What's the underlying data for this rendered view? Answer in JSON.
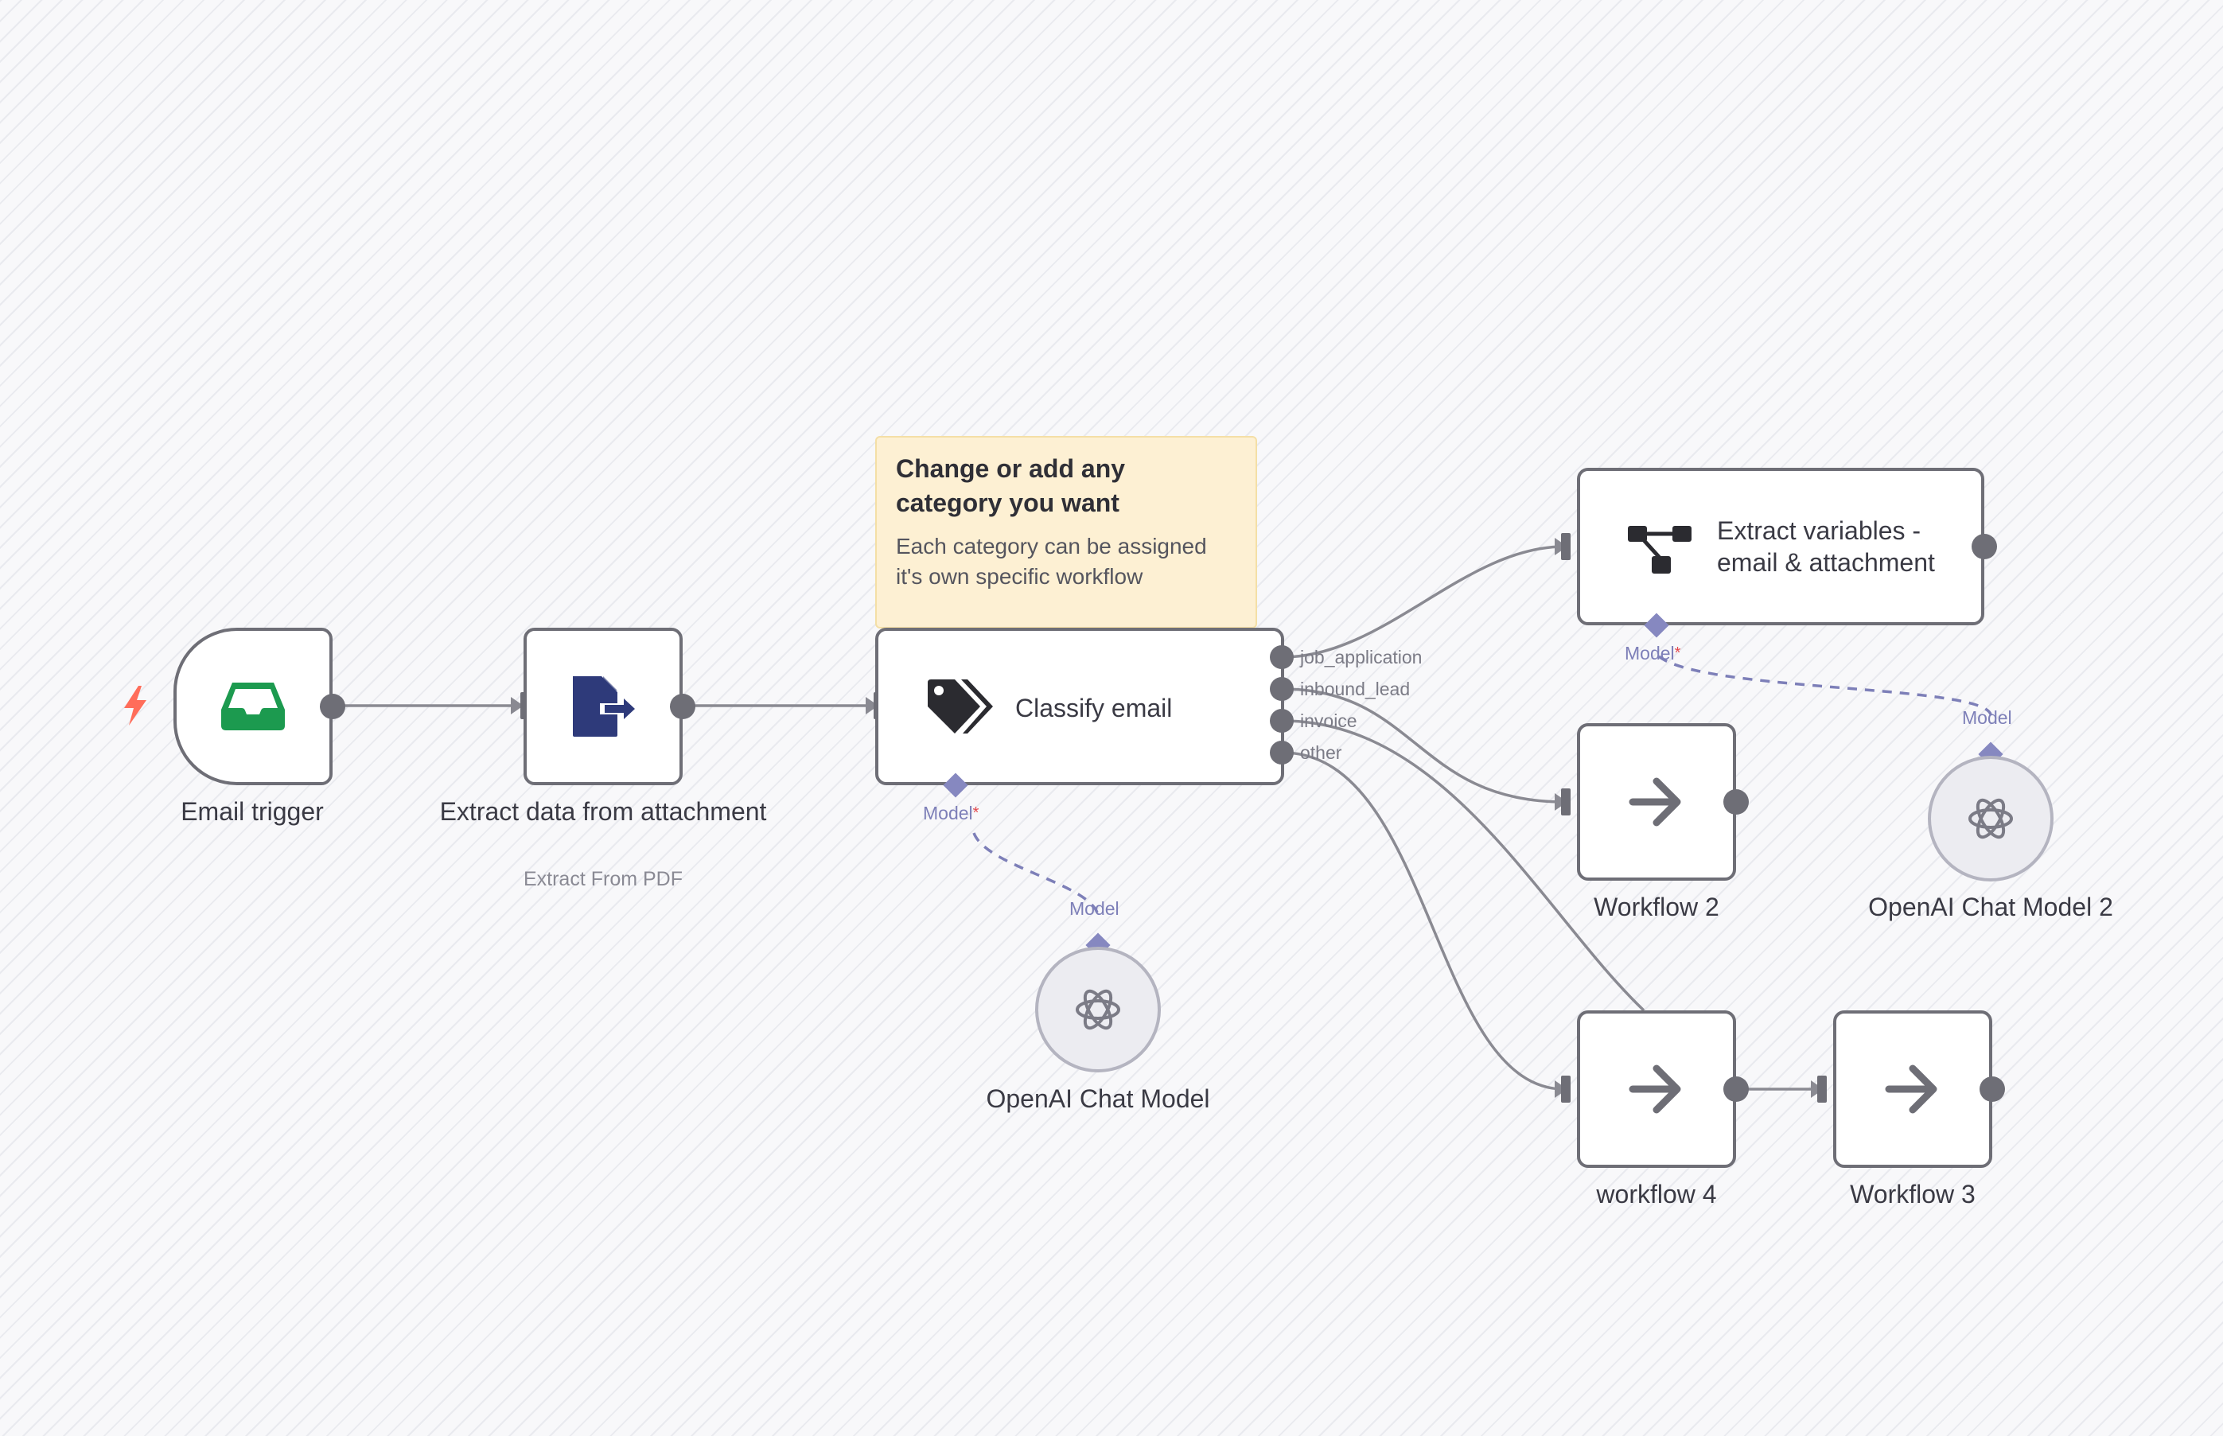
{
  "nodes": {
    "email_trigger": {
      "label": "Email trigger",
      "icon": "inbox-icon"
    },
    "extract_data": {
      "label": "Extract data from attachment",
      "subtitle": "Extract From PDF",
      "icon": "document-export-icon"
    },
    "classify_email": {
      "label": "Classify email",
      "icon": "tags-icon"
    },
    "extract_variables": {
      "label_line1": "Extract variables -",
      "label_line2": "email & attachment",
      "icon": "flow-tree-icon"
    },
    "workflow_2": {
      "label": "Workflow 2",
      "icon": "arrow-right-icon"
    },
    "workflow_4": {
      "label": "workflow 4",
      "icon": "arrow-right-icon"
    },
    "workflow_3": {
      "label": "Workflow 3",
      "icon": "arrow-right-icon"
    },
    "openai_chat_model": {
      "label": "OpenAI Chat Model",
      "icon": "openai-icon"
    },
    "openai_chat_model_2": {
      "label": "OpenAI Chat Model 2",
      "icon": "openai-icon"
    }
  },
  "sticky_note": {
    "title": "Change or add any category you want",
    "body": "Each category can be assigned it's own specific workflow"
  },
  "classify_outputs": [
    "job_application",
    "inbound_lead",
    "invoice",
    "other"
  ],
  "model_connector_label": "Model",
  "required_marker": "*",
  "colors": {
    "node_border": "#6e6e76",
    "connection": "#8a8a92",
    "ai_connection": "#7d7fb8",
    "trigger_bolt": "#ff6d5a",
    "inbox_icon": "#1c9a4f",
    "document_icon": "#2e3a7a",
    "sticky_background": "#fdf0d3"
  }
}
